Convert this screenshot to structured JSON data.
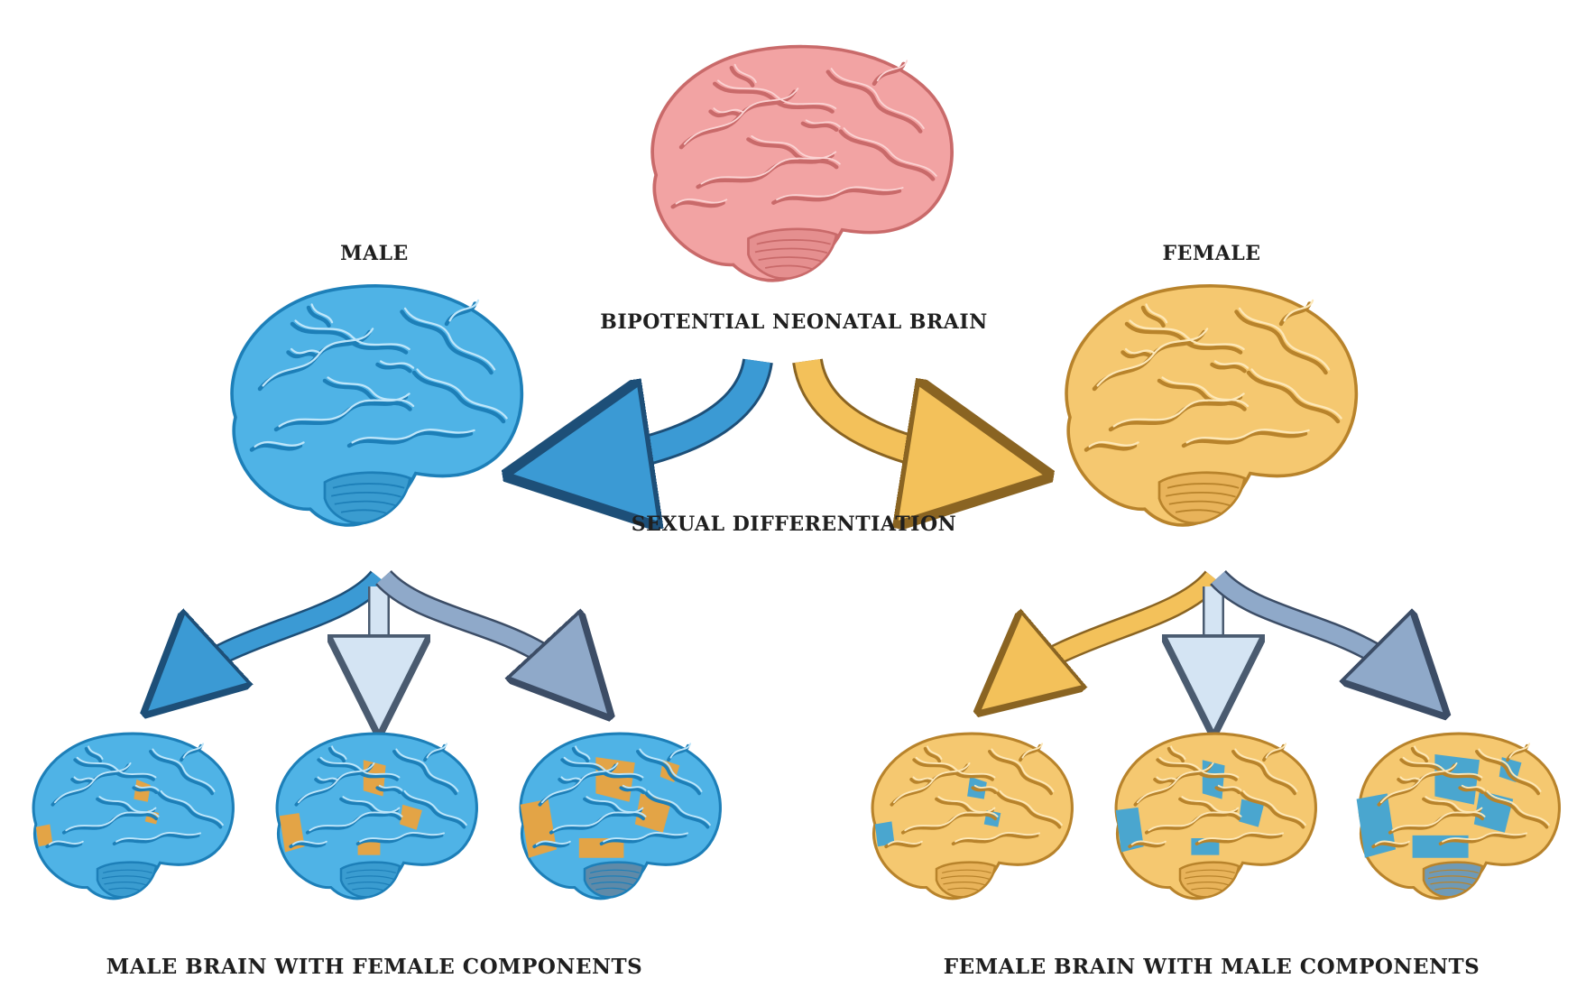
{
  "labels": {
    "neonatal": "BIPOTENTIAL NEONATAL BRAIN",
    "male": "MALE",
    "female": "FEMALE",
    "differentiation": "SEXUAL DIFFERENTIATION",
    "male_caption": "MALE BRAIN WITH FEMALE COMPONENTS",
    "female_caption": "FEMALE BRAIN WITH MALE COMPONENTS"
  },
  "colors": {
    "neonatal_fill": "#f2a3a3",
    "neonatal_stroke": "#c96a6a",
    "male_fill": "#4fb3e6",
    "male_stroke": "#1d7fb8",
    "female_fill": "#f5c870",
    "female_stroke": "#b8832b",
    "arrow_blue": "#3b9ad4",
    "arrow_yellow": "#f3c15a",
    "arrow_pale": "#d4e4f3",
    "arrow_steel": "#8fa9c9"
  },
  "brains": [
    {
      "id": "neonatal",
      "type": "pink"
    },
    {
      "id": "male",
      "type": "blue"
    },
    {
      "id": "female",
      "type": "yellow"
    },
    {
      "id": "male-variant-1",
      "type": "blue",
      "components": "few"
    },
    {
      "id": "male-variant-2",
      "type": "blue",
      "components": "some"
    },
    {
      "id": "male-variant-3",
      "type": "blue",
      "components": "many"
    },
    {
      "id": "female-variant-1",
      "type": "yellow",
      "components": "few"
    },
    {
      "id": "female-variant-2",
      "type": "yellow",
      "components": "some"
    },
    {
      "id": "female-variant-3",
      "type": "yellow",
      "components": "many"
    }
  ]
}
